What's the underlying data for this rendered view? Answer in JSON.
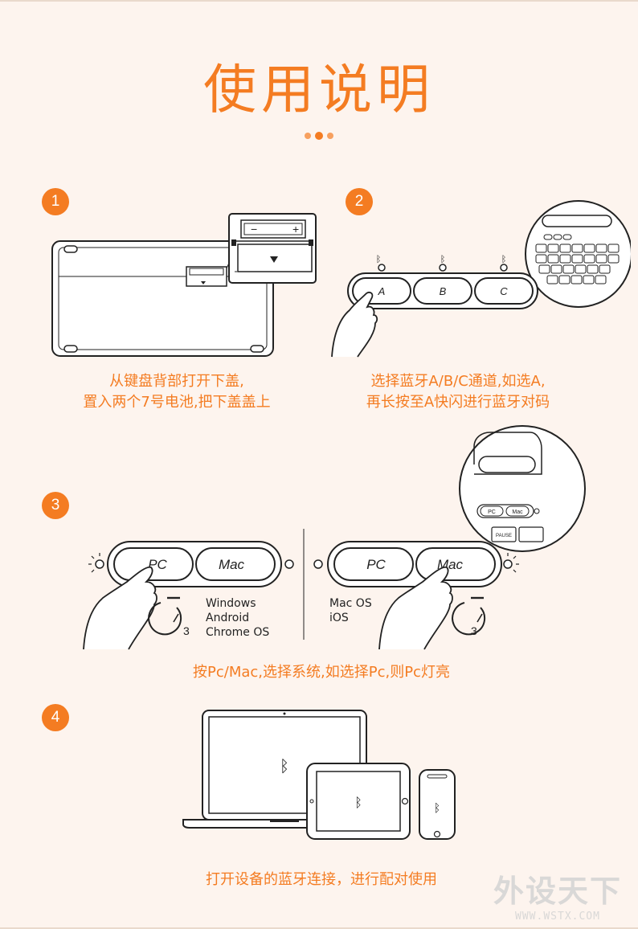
{
  "title": "使用说明",
  "steps": [
    {
      "number": "1",
      "caption_line1": "从键盘背部打开下盖,",
      "caption_line2": "置入两个7号电池,把下盖盖上"
    },
    {
      "number": "2",
      "caption_line1": "选择蓝牙A/B/C通道,如选A,",
      "caption_line2": "再长按至A快闪进行蓝牙对码"
    },
    {
      "number": "3",
      "caption_line1": "按Pc/Mac,选择系统,如选择Pc,则Pc灯亮"
    },
    {
      "number": "4",
      "caption_line1": "打开设备的蓝牙连接，进行配对使用"
    }
  ],
  "battery": {
    "minus": "−",
    "plus": "+"
  },
  "channels": [
    "A",
    "B",
    "C"
  ],
  "os_buttons": {
    "pc": "PC",
    "mac": "Mac",
    "zoom_pc": "PC",
    "zoom_mac": "Mac",
    "pause": "PAUSE"
  },
  "timer_label": "3",
  "os_list_pc": [
    "Windows",
    "Android",
    "Chrome OS"
  ],
  "os_list_mac": [
    "Mac OS",
    "iOS"
  ],
  "watermark": {
    "big": "外设天下",
    "small": "WWW.WSTX.COM"
  },
  "colors": {
    "accent": "#f47c22",
    "background": "#fdf4ee",
    "line": "#222222"
  }
}
